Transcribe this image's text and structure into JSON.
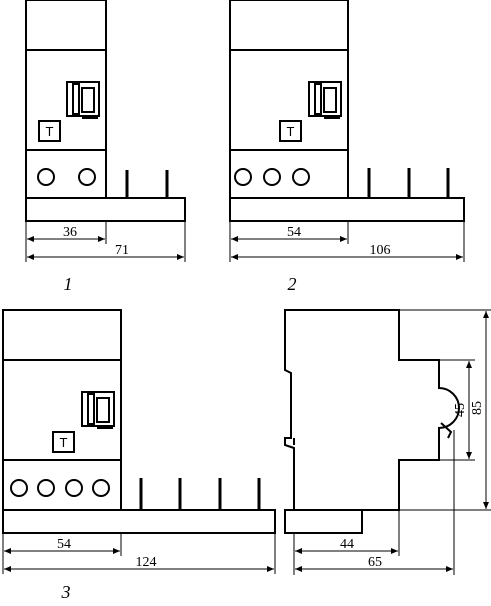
{
  "figure1": {
    "label": "1",
    "test_button": "T",
    "dims": {
      "inner": "36",
      "total": "71"
    }
  },
  "figure2": {
    "label": "2",
    "test_button": "T",
    "dims": {
      "inner": "54",
      "total": "106"
    }
  },
  "figure3": {
    "label": "3",
    "test_button": "T",
    "dims": {
      "inner": "54",
      "total": "124"
    }
  },
  "side_view": {
    "dims": {
      "depth_inner": "44",
      "depth_total": "65",
      "height_inner": "45",
      "height_total": "85"
    }
  }
}
